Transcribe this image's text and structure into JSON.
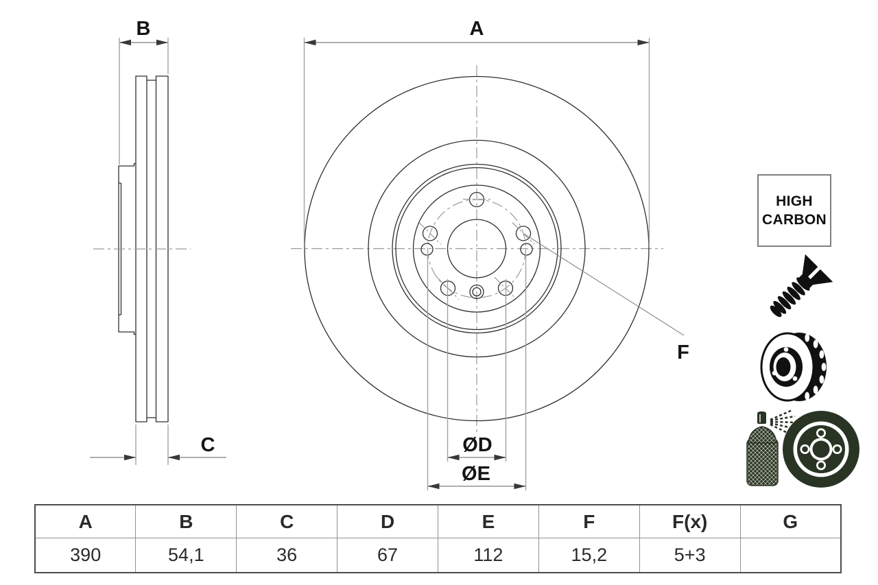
{
  "drawing": {
    "dim_a": "A",
    "dim_b": "B",
    "dim_c": "C",
    "dim_d": "ØD",
    "dim_e": "ØE",
    "dim_f": "F"
  },
  "badge": {
    "line1": "HIGH",
    "line2": "CARBON"
  },
  "icons": {
    "screw": "countersunk-screw-icon",
    "disc": "vented-brake-disc-icon",
    "spray": "spray-coated-disc-icon"
  },
  "table": {
    "headers": [
      "A",
      "B",
      "C",
      "D",
      "E",
      "F",
      "F(x)",
      "G"
    ],
    "values": [
      "390",
      "54,1",
      "36",
      "67",
      "112",
      "15,2",
      "5+3",
      ""
    ]
  }
}
